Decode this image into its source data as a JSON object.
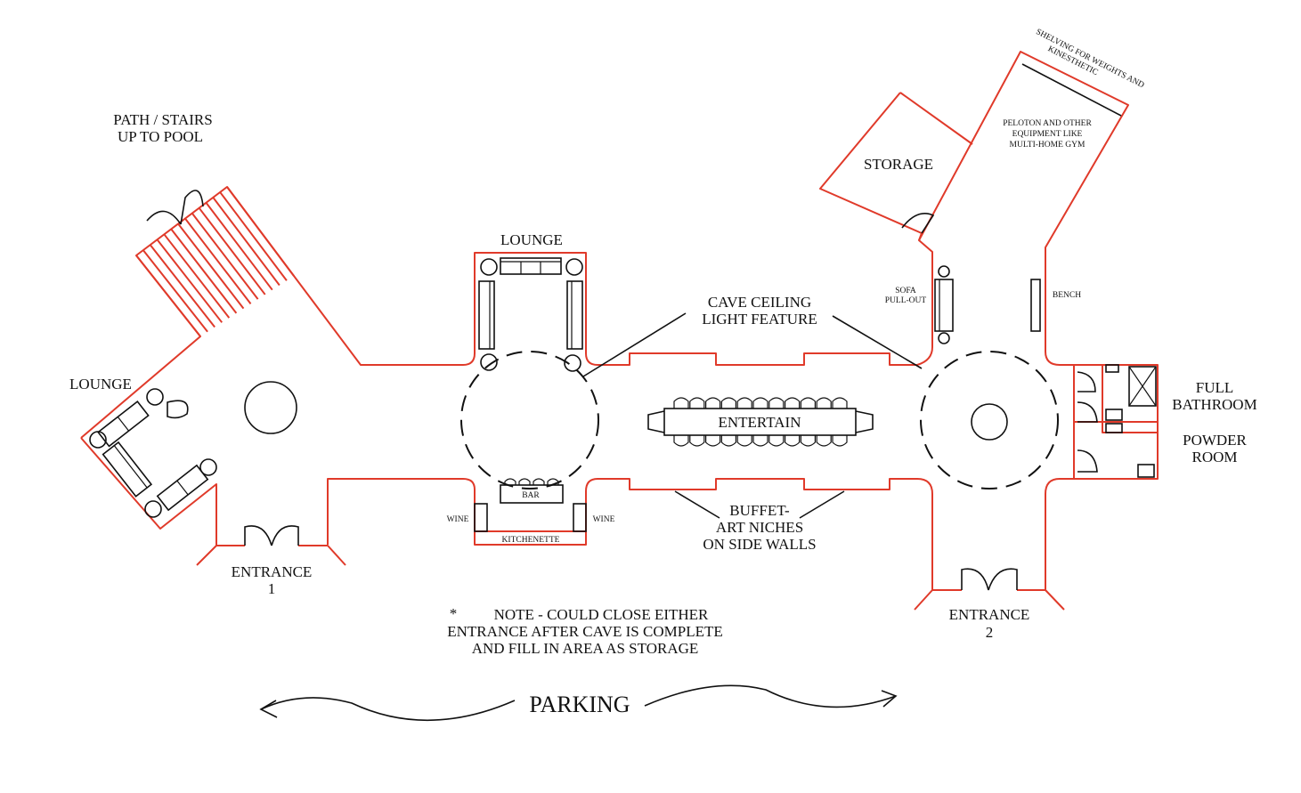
{
  "colors": {
    "walls": "#e03a2a",
    "linework": "#111111",
    "background": "#ffffff"
  },
  "labels": {
    "path_stairs_1": "PATH / STAIRS",
    "path_stairs_2": "UP TO POOL",
    "lounge_left": "LOUNGE",
    "lounge_top": "LOUNGE",
    "cave_ceiling_1": "CAVE CEILING",
    "cave_ceiling_2": "LIGHT FEATURE",
    "entertain": "ENTERTAIN",
    "buffet_1": "BUFFET-",
    "buffet_2": "ART NICHES",
    "buffet_3": "ON SIDE WALLS",
    "bar": "BAR",
    "wine_left": "WINE",
    "wine_right": "WINE",
    "kitchenette": "KITCHENETTE",
    "entrance1_1": "ENTRANCE",
    "entrance1_2": "1",
    "entrance2_1": "ENTRANCE",
    "entrance2_2": "2",
    "note_star": "*",
    "note_1": "NOTE - COULD CLOSE EITHER",
    "note_2": "ENTRANCE AFTER CAVE IS COMPLETE",
    "note_3": "AND FILL IN AREA AS STORAGE",
    "parking": "PARKING",
    "storage": "STORAGE",
    "shelving_1": "SHELVING FOR WEIGHTS AND",
    "shelving_2": "KINESTHETIC",
    "peloton_1": "PELOTON AND OTHER",
    "peloton_2": "EQUIPMENT LIKE",
    "peloton_3": "MULTI-HOME GYM",
    "sofa_1": "SOFA",
    "sofa_2": "PULL-OUT",
    "bench": "BENCH",
    "full_bath_1": "FULL",
    "full_bath_2": "BATHROOM",
    "powder_1": "POWDER",
    "powder_2": "ROOM"
  }
}
